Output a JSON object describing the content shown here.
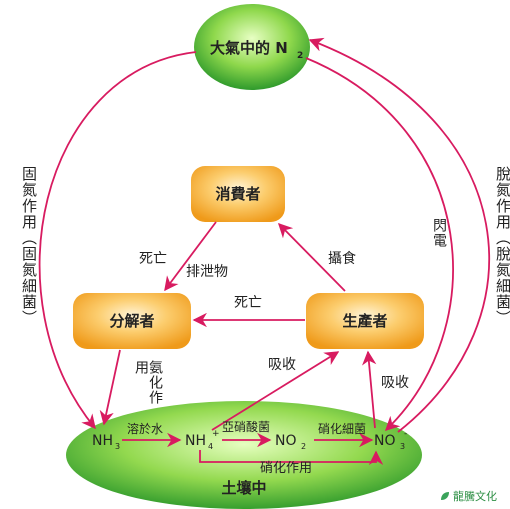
{
  "nodes": {
    "atmosphere": {
      "label": "大氣中的 N",
      "sub": "2"
    },
    "consumer": {
      "label": "消費者"
    },
    "decomposer": {
      "label": "分解者"
    },
    "producer": {
      "label": "生產者"
    },
    "soil": {
      "label": "土壤中"
    }
  },
  "soil_species": {
    "nh3": {
      "main": "NH",
      "sub": "3"
    },
    "nh4": {
      "main": "NH",
      "sub": "4",
      "sup": "+"
    },
    "no2": {
      "main": "NO",
      "sub": "2"
    },
    "no3": {
      "main": "NO",
      "sub": "3",
      "sup": "-"
    }
  },
  "labels": {
    "death_consumer": "死亡",
    "excretion": "排泄物",
    "predation": "攝食",
    "death_producer": "死亡",
    "ammonification": "氨化作用",
    "absorb_left": "吸收",
    "absorb_right": "吸收",
    "dissolve": "溶於水",
    "nitrite_bacteria": "亞硝酸菌",
    "nitrate_bacteria": "硝化細菌",
    "nitrification": "硝化作用",
    "lightning": "閃電",
    "fixation_outer": "固氮作用（固氮細菌）",
    "denitrification": "脫氮作用（脫氮細菌）"
  },
  "logo": {
    "text": "龍騰文化"
  },
  "colors": {
    "green_light": "#c9f08a",
    "green_dark": "#2e9a2e",
    "orange_light": "#fde3a6",
    "orange_dark": "#f2a51f",
    "arrow": "#d81b60"
  }
}
